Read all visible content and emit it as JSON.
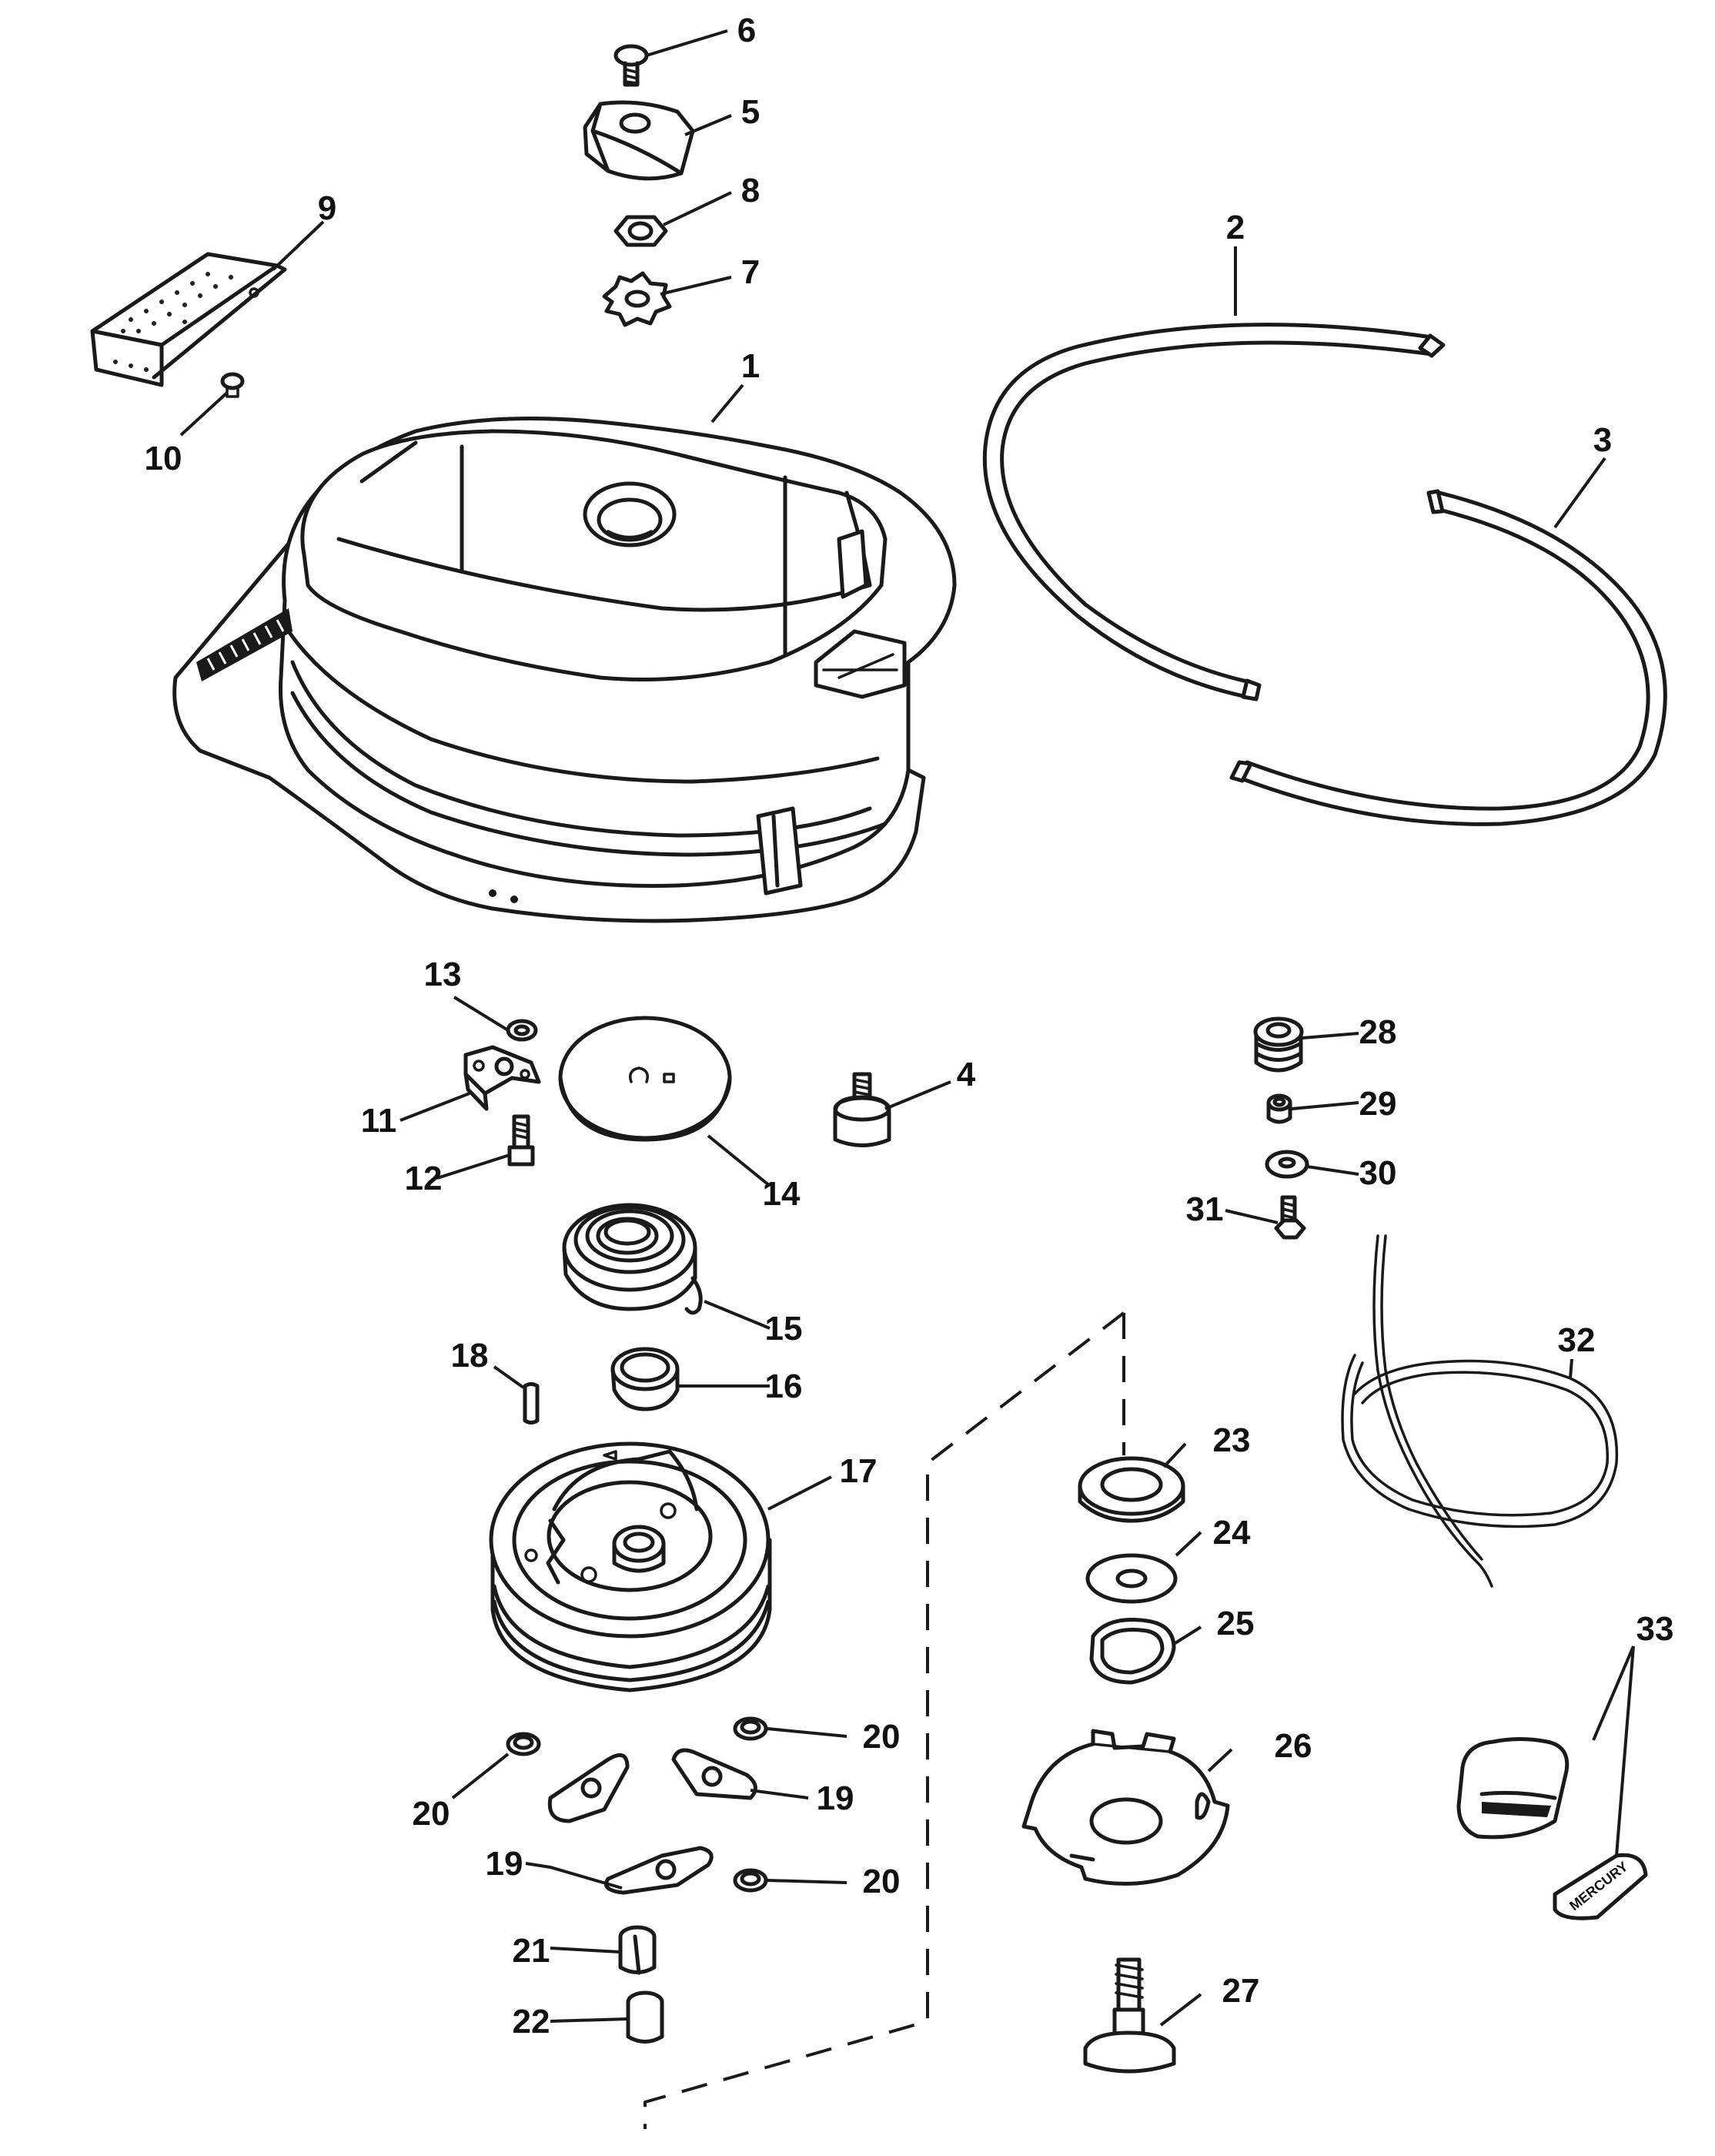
{
  "callouts": [
    {
      "id": "c1",
      "label": "1"
    },
    {
      "id": "c2",
      "label": "2"
    },
    {
      "id": "c3",
      "label": "3"
    },
    {
      "id": "c4",
      "label": "4"
    },
    {
      "id": "c5",
      "label": "5"
    },
    {
      "id": "c6",
      "label": "6"
    },
    {
      "id": "c7",
      "label": "7"
    },
    {
      "id": "c8",
      "label": "8"
    },
    {
      "id": "c9",
      "label": "9"
    },
    {
      "id": "c10",
      "label": "10"
    },
    {
      "id": "c11",
      "label": "11"
    },
    {
      "id": "c12",
      "label": "12"
    },
    {
      "id": "c13",
      "label": "13"
    },
    {
      "id": "c14",
      "label": "14"
    },
    {
      "id": "c15",
      "label": "15"
    },
    {
      "id": "c16",
      "label": "16"
    },
    {
      "id": "c17",
      "label": "17"
    },
    {
      "id": "c18",
      "label": "18"
    },
    {
      "id": "c19a",
      "label": "19"
    },
    {
      "id": "c19b",
      "label": "19"
    },
    {
      "id": "c20a",
      "label": "20"
    },
    {
      "id": "c20b",
      "label": "20"
    },
    {
      "id": "c20c",
      "label": "20"
    },
    {
      "id": "c21",
      "label": "21"
    },
    {
      "id": "c22",
      "label": "22"
    },
    {
      "id": "c23",
      "label": "23"
    },
    {
      "id": "c24",
      "label": "24"
    },
    {
      "id": "c25",
      "label": "25"
    },
    {
      "id": "c26",
      "label": "26"
    },
    {
      "id": "c27",
      "label": "27"
    },
    {
      "id": "c28",
      "label": "28"
    },
    {
      "id": "c29",
      "label": "29"
    },
    {
      "id": "c30",
      "label": "30"
    },
    {
      "id": "c31",
      "label": "31"
    },
    {
      "id": "c32",
      "label": "32"
    },
    {
      "id": "c33",
      "label": "33"
    }
  ],
  "handle_cover_stamp": "MERCURY"
}
